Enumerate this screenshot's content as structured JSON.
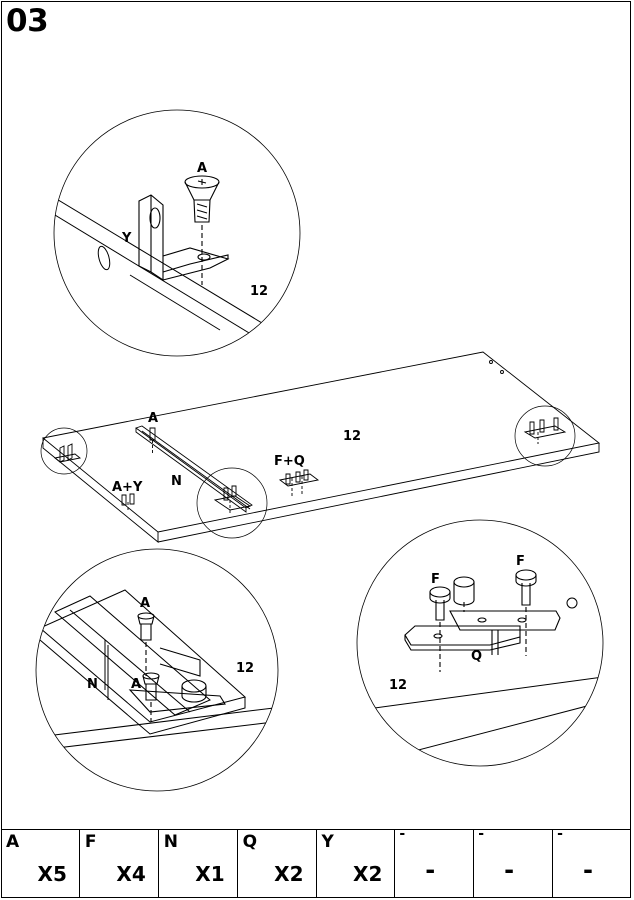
{
  "step": {
    "number": "03"
  },
  "labels": {
    "top_detail": {
      "screw": "A",
      "bracket": "Y",
      "panel": "12"
    },
    "overview": {
      "screw": "A",
      "screw_bracket": "A+Y",
      "rail": "N",
      "panel": "12",
      "connector": "F+Q"
    },
    "left_detail": {
      "screw_top": "A",
      "screw_bottom": "A",
      "rail": "N",
      "panel": "12"
    },
    "right_detail": {
      "screw_left": "F",
      "screw_right": "F",
      "plate": "Q",
      "panel": "12"
    }
  },
  "parts": [
    {
      "letter": "A",
      "qty": "X5"
    },
    {
      "letter": "F",
      "qty": "X4"
    },
    {
      "letter": "N",
      "qty": "X1"
    },
    {
      "letter": "Q",
      "qty": "X2"
    },
    {
      "letter": "Y",
      "qty": "X2"
    },
    {
      "letter": "-",
      "qty": "-"
    },
    {
      "letter": "-",
      "qty": "-"
    },
    {
      "letter": "-",
      "qty": "-"
    }
  ]
}
